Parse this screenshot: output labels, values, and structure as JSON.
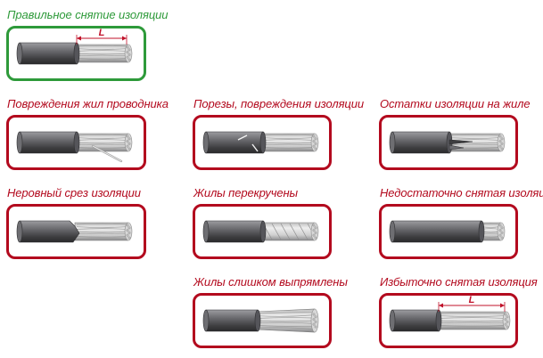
{
  "colors": {
    "good": "#2e9a3a",
    "bad": "#b30a1e",
    "insulation_dark": "#3e3e40",
    "insulation_mid": "#6e6e72",
    "insulation_light": "#9c9ca0",
    "strand_dark": "#8a8a8c",
    "strand_light": "#eeeeee",
    "dimension": "#c0122a"
  },
  "panels": [
    {
      "id": "correct",
      "title": "Правильное снятие изоляции",
      "status": "good",
      "variant": "correct",
      "dimension_label": "L"
    },
    {
      "id": "strand-damage",
      "title": "Повреждения жил проводника",
      "status": "bad",
      "variant": "strand-damage"
    },
    {
      "id": "cuts",
      "title": "Порезы, повреждения изоляции",
      "status": "bad",
      "variant": "cuts"
    },
    {
      "id": "leftovers",
      "title": "Остатки изоляции на жиле",
      "status": "bad",
      "variant": "leftovers"
    },
    {
      "id": "uneven",
      "title": "Неровный срез изоляции",
      "status": "bad",
      "variant": "uneven"
    },
    {
      "id": "twisted",
      "title": "Жилы перекручены",
      "status": "bad",
      "variant": "twisted"
    },
    {
      "id": "insufficient",
      "title": "Недостаточно снятая изоляция",
      "status": "bad",
      "variant": "insufficient"
    },
    {
      "id": "straightened",
      "title": "Жилы слишком выпрямлены",
      "status": "bad",
      "variant": "straightened"
    },
    {
      "id": "excessive",
      "title": "Избыточно снятая изоляция",
      "status": "bad",
      "variant": "excessive",
      "dimension_label": "L"
    }
  ]
}
